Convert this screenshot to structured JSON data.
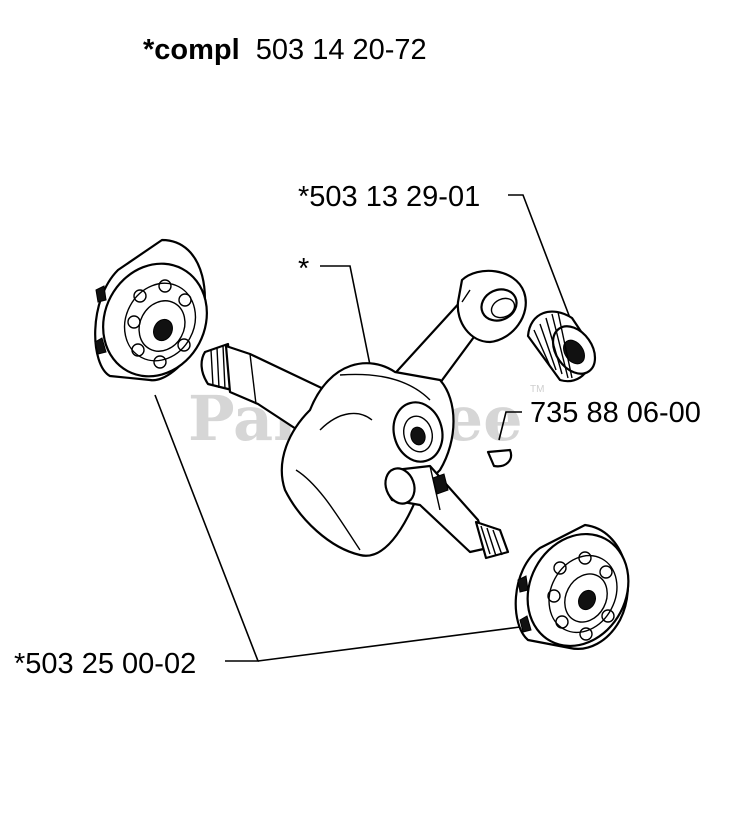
{
  "title": {
    "prefix": "*compl",
    "number": "503 14 20-72"
  },
  "callouts": {
    "needle_bearing": "*503 13 29-01",
    "crankshaft": "*",
    "key": "735 88 06-00",
    "ball_bearings": "*503 25 00-02"
  },
  "watermark": {
    "text": "PartsTree",
    "tm": "TM"
  }
}
